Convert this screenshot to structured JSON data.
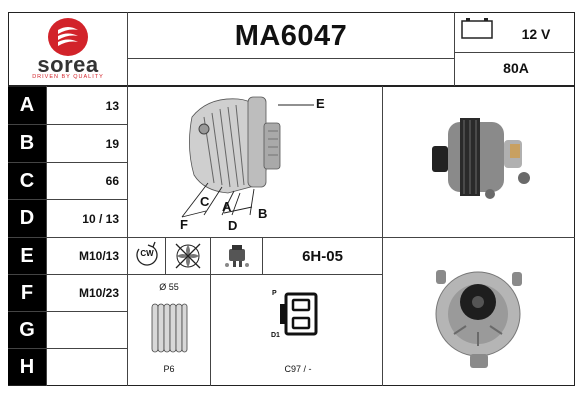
{
  "brand": {
    "name": "sorea",
    "tagline": "DRIVEN BY QUALITY",
    "logo_color": "#d2232a"
  },
  "part_number": "MA6047",
  "specs": {
    "voltage": "12 V",
    "current": "80A"
  },
  "rows": [
    {
      "letter": "A",
      "value": "13"
    },
    {
      "letter": "B",
      "value": "19"
    },
    {
      "letter": "C",
      "value": "66"
    },
    {
      "letter": "D",
      "value": "10 / 13"
    },
    {
      "letter": "E",
      "value": "M10/13"
    },
    {
      "letter": "F",
      "value": "M10/23"
    },
    {
      "letter": "G",
      "value": ""
    },
    {
      "letter": "H",
      "value": ""
    }
  ],
  "dimension_labels": {
    "a": "A",
    "b": "B",
    "c": "C",
    "d": "D",
    "e": "E",
    "f": "F"
  },
  "icons": {
    "rotation": "cw-rotation-icon",
    "rotation_text": "CW",
    "fan": "fan-crossed-icon",
    "regulator": "regulator-icon"
  },
  "regulator_code": "6H-05",
  "pulley": {
    "diameter": "Ø 55",
    "type": "P6"
  },
  "connector": {
    "pin_p": "P",
    "pin_d1": "D1",
    "code": "C97 / -"
  }
}
